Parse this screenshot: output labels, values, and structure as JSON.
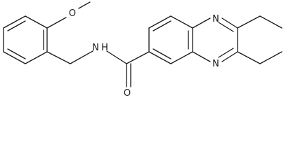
{
  "molecule": {
    "atom_labels": {
      "methoxy_oxygen": "O",
      "amide_nitrogen": "N",
      "amide_hydrogen": "H",
      "carbonyl_oxygen": "O",
      "ring_nitrogen_top": "N",
      "ring_nitrogen_bottom": "N"
    },
    "colors": {
      "bond": "#1a1a1a",
      "label": "#1a1a1a",
      "background": "#ffffff"
    }
  }
}
